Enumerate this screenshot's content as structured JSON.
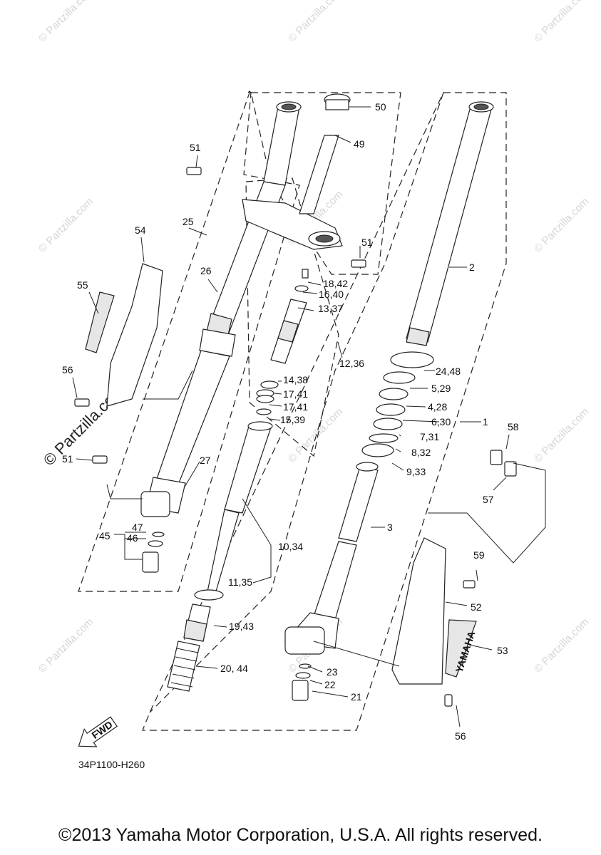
{
  "watermark": "© Partzilla.com",
  "watermark_big": "© Partzilla.com",
  "diagram_code": "34P1100-H260",
  "fwd_label": "FWD",
  "brand_mark": "YAMAHA",
  "footer": "©2013 Yamaha Motor Corporation, U.S.A. All rights reserved.",
  "callouts": {
    "c1": "1",
    "c2": "2",
    "c3": "3",
    "c4": "4,28",
    "c5": "5,29",
    "c6": "6,30",
    "c7": "7,31",
    "c8": "8,32",
    "c9": "9,33",
    "c10": "10,34",
    "c11": "11,35",
    "c12": "12,36",
    "c13": "13,37",
    "c14": "14,38",
    "c15": "15,39",
    "c16": "16,40",
    "c17a": "17,41",
    "c17b": "17,41",
    "c18": "18,42",
    "c19": "19,43",
    "c20": "20, 44",
    "c21": "21",
    "c22": "22",
    "c23": "23",
    "c24": "24,48",
    "c25": "25",
    "c26": "26",
    "c27": "27",
    "c45": "45",
    "c46": "46",
    "c47": "47",
    "c49": "49",
    "c50": "50",
    "c51a": "51",
    "c51b": "51",
    "c51c": "51",
    "c52": "52",
    "c53": "53",
    "c54": "54",
    "c55": "55",
    "c56a": "56",
    "c56b": "56",
    "c57": "57",
    "c58": "58",
    "c59": "59"
  },
  "colors": {
    "ink": "#111111",
    "watermark": "#d6d6d6",
    "shade": "#e6e6e6"
  }
}
